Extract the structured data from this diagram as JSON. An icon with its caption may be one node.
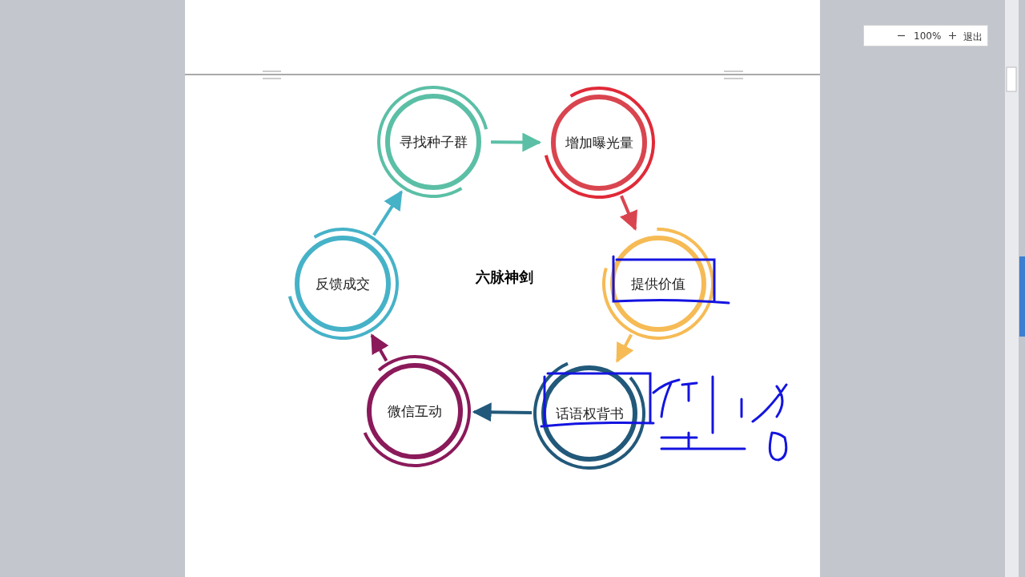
{
  "diagram": {
    "title": "六脉神剑",
    "nodes": [
      {
        "text": [
          "寻找种子群"
        ]
      },
      {
        "text": [
          "增加曝光量"
        ]
      },
      {
        "text": [
          "提供价值"
        ]
      },
      {
        "text": [
          "话语权背书"
        ]
      },
      {
        "text": [
          "微信互动"
        ]
      },
      {
        "text": [
          "反馈成交"
        ]
      }
    ],
    "edges": [
      {
        "from": 0,
        "to": 1,
        "arrow": "to",
        "color": "#5bbfa6"
      },
      {
        "from": 1,
        "to": 2,
        "arrow": "to",
        "color": "#d9454f"
      },
      {
        "from": 2,
        "to": 3,
        "arrow": "to",
        "color": "#f6bb55"
      },
      {
        "from": 3,
        "to": 4,
        "arrow": "to",
        "color": "#22597a"
      },
      {
        "from": 4,
        "to": 5,
        "arrow": "to",
        "color": "#8a1a5a"
      },
      {
        "from": 5,
        "to": 0,
        "arrow": "to",
        "color": "#46b2c8"
      }
    ],
    "labels": [
      "100%",
      "退出"
    ]
  }
}
